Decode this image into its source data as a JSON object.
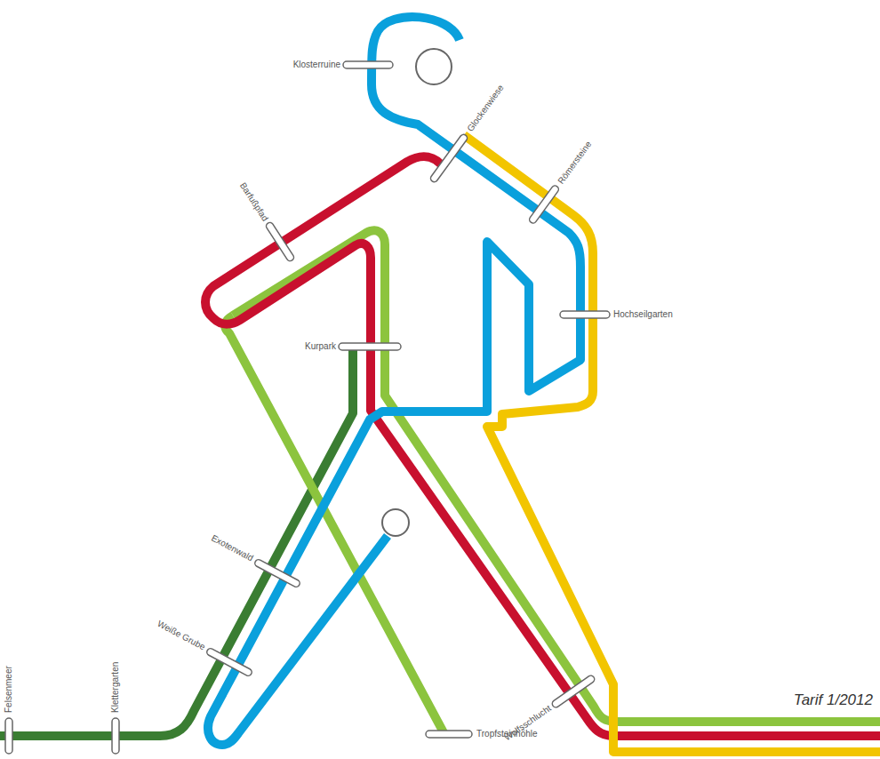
{
  "diagram": {
    "caption": "Tarif 1/2012",
    "labels": [
      "Klosterruine",
      "Glockenwiese",
      "Römersteine",
      "Barfußpfad",
      "Hochseilgarten",
      "Kurpark",
      "Exotenwald",
      "Weiße Grube",
      "Wolfsschlucht",
      "Tropfsteinhöhle",
      "Felsenmeer",
      "Klettergarten"
    ]
  }
}
